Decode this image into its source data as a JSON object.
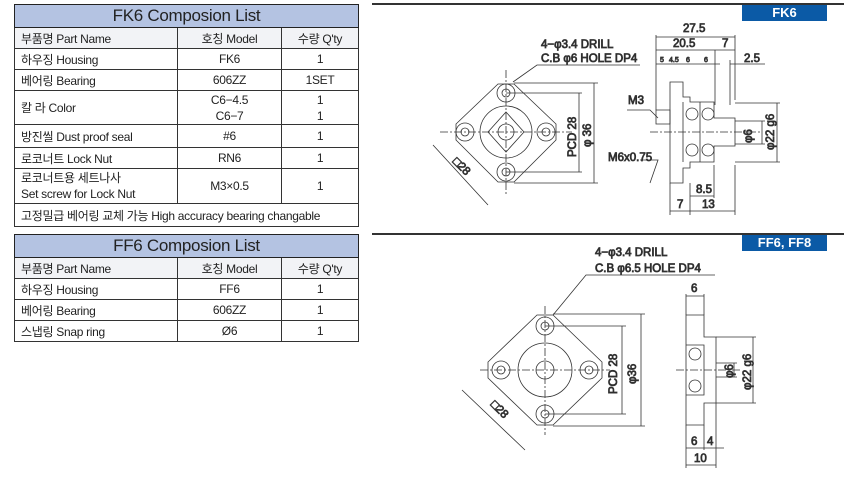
{
  "fk6_table": {
    "title": "FK6 Composion List",
    "headers": [
      "부품명 Part Name",
      "호칭 Model",
      "수량 Q'ty"
    ],
    "rows": [
      [
        "하우징 Housing",
        "FK6",
        "1"
      ],
      [
        "베어링 Bearing",
        "606ZZ",
        "1SET"
      ],
      [
        "칼   라 Color",
        "C6−4.5",
        "1"
      ],
      [
        "",
        "C6−7",
        "1"
      ],
      [
        "방진씰 Dust proof seal",
        "#6",
        "1"
      ],
      [
        "로코너트 Lock Nut",
        "RN6",
        "1"
      ],
      [
        "로코너트용 세트나사",
        "M3×0.5",
        "1"
      ],
      [
        "Set screw for Lock Nut",
        "",
        ""
      ]
    ],
    "note": "고정밀급 베어링 교체 가능 High accuracy bearing changable"
  },
  "ff6_table": {
    "title": "FF6 Composion List",
    "headers": [
      "부품명 Part Name",
      "호칭 Model",
      "수량 Q'ty"
    ],
    "rows": [
      [
        "하우징 Housing",
        "FF6",
        "1"
      ],
      [
        "베어링 Bearing",
        "606ZZ",
        "1"
      ],
      [
        "스냅링 Snap ring",
        "Ø6",
        "1"
      ]
    ]
  },
  "fk6_drawing": {
    "badge": "FK6",
    "drill": "4−φ3.4 DRILL",
    "hole": "C.B φ6 HOLE DP4",
    "pcd": "PCD 28",
    "dia36": "φ 36",
    "square": "□28",
    "dims": {
      "d27_5": "27.5",
      "d20_5": "20.5",
      "d7a": "7",
      "d2_5": "2.5",
      "d5": "5",
      "d4_5": "4.5",
      "d6a": "6",
      "d6b": "6",
      "m3": "M3",
      "m6": "M6x0.75",
      "phi6": "φ6",
      "phi22": "φ22 g6",
      "d8_5": "8.5",
      "d7b": "7",
      "d13": "13"
    }
  },
  "ff6_drawing": {
    "badge": "FF6, FF8",
    "drill": "4−φ3.4 DRILL",
    "hole": "C.B φ6.5 HOLE DP4",
    "pcd": "PCD 28",
    "dia36": "φ36",
    "square": "□28",
    "dims": {
      "top6": "6",
      "phi6": "φ6",
      "phi22": "φ22 g6",
      "b6": "6",
      "b4": "4",
      "b10": "10"
    }
  }
}
